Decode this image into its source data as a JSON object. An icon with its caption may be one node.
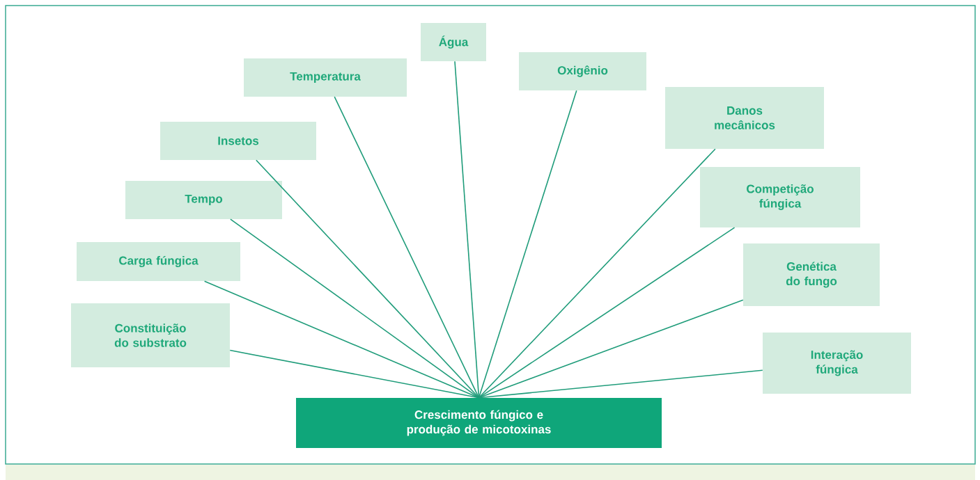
{
  "diagram": {
    "nodes": [
      {
        "text": [
          "Água"
        ]
      },
      {
        "text": [
          "Temperatura"
        ]
      },
      {
        "text": [
          "Oxigênio"
        ]
      },
      {
        "text": [
          "Danos mecânicos"
        ]
      },
      {
        "text": [
          "Insetos"
        ]
      },
      {
        "text": [
          "Competição fúngica"
        ]
      },
      {
        "text": [
          "Tempo"
        ]
      },
      {
        "text": [
          "Carga fúngica"
        ]
      },
      {
        "text": [
          "Genética do fungo"
        ]
      },
      {
        "text": [
          "Constituição do substrato"
        ]
      },
      {
        "text": [
          "Interação fúngica"
        ]
      },
      {
        "text": [
          "Crescimento fúngico e produção de micotoxinas"
        ]
      }
    ],
    "edges": [
      {
        "from": 0,
        "to": 11,
        "arrow": "none"
      },
      {
        "from": 1,
        "to": 11,
        "arrow": "none"
      },
      {
        "from": 2,
        "to": 11,
        "arrow": "none"
      },
      {
        "from": 3,
        "to": 11,
        "arrow": "none"
      },
      {
        "from": 4,
        "to": 11,
        "arrow": "none"
      },
      {
        "from": 5,
        "to": 11,
        "arrow": "none"
      },
      {
        "from": 6,
        "to": 11,
        "arrow": "none"
      },
      {
        "from": 7,
        "to": 11,
        "arrow": "none"
      },
      {
        "from": 8,
        "to": 11,
        "arrow": "none"
      },
      {
        "from": 9,
        "to": 11,
        "arrow": "none"
      },
      {
        "from": 10,
        "to": 11,
        "arrow": "none"
      }
    ]
  }
}
